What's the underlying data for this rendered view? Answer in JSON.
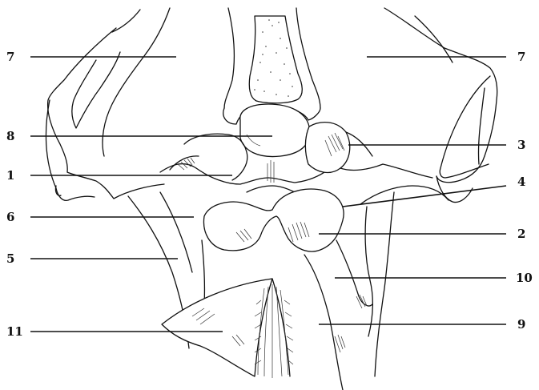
{
  "diagram": {
    "labels": [
      {
        "id": "L7a",
        "text": "7"
      },
      {
        "id": "L7b",
        "text": "7"
      },
      {
        "id": "L8",
        "text": "8"
      },
      {
        "id": "L3",
        "text": "3"
      },
      {
        "id": "L1",
        "text": "1"
      },
      {
        "id": "L4",
        "text": "4"
      },
      {
        "id": "L6",
        "text": "6"
      },
      {
        "id": "L2",
        "text": "2"
      },
      {
        "id": "L5",
        "text": "5"
      },
      {
        "id": "L10",
        "text": "10"
      },
      {
        "id": "L11",
        "text": "11"
      },
      {
        "id": "L9",
        "text": "9"
      }
    ]
  }
}
